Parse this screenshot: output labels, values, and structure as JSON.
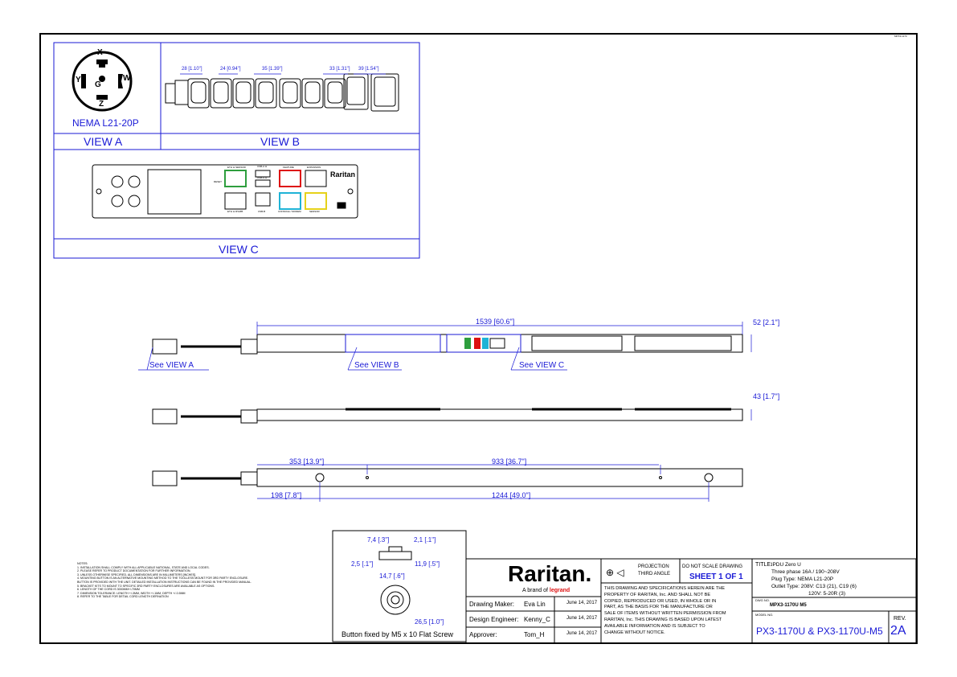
{
  "drawing_id": "MPX3-1170",
  "view_labels": {
    "view_a": "VIEW A",
    "view_b": "VIEW B",
    "view_c": "VIEW C",
    "nema": "NEMA L21-20P"
  },
  "plug_pins": {
    "x": "X",
    "y": "Y",
    "g": "G",
    "w": "W",
    "z": "Z"
  },
  "view_b_dims": [
    "28 [1.10\"]",
    "24 [0.94\"]",
    "35 [1.39\"]",
    "33 [1.31\"]",
    "39 [1.54\"]"
  ],
  "view_c_labels": {
    "eth_sensor": "ETH ⊖ SENSOR",
    "eth_rs485": "ETH ⊖ RS485",
    "reset": "RESET",
    "usb_a": "USB-A ⊖",
    "usb_a2": "USB-A ⊖",
    "usb_b": "USB-B",
    "feature": "FEATURE",
    "console": "CONSOLE / MODEM",
    "expansion": "EXPANSION",
    "sensor": "SENSOR",
    "brand": "Raritan"
  },
  "callouts": {
    "see_a": "See VIEW A",
    "see_b": "See VIEW B",
    "see_c": "See VIEW C"
  },
  "dims": {
    "overall_length": "1539 [60.6\"]",
    "width_front": "52 [2.1\"]",
    "depth_side": "43 [1.7\"]",
    "hole_offset": "353 [13.9\"]",
    "hole_spacing": "933 [36.7\"]",
    "bracket_offset": "198 [7.8\"]",
    "bracket_spacing": "1244 [49.0\"]"
  },
  "button_detail": {
    "d1": "7,4 [.3\"]",
    "d2": "2,1 [.1\"]",
    "d3": "2,5 [.1\"]",
    "d4": "11,9 [.5\"]",
    "d5": "14,7 [.6\"]",
    "d6": "26,5 [1.0\"]",
    "caption": "Button fixed by M5 x 10 Flat Screw"
  },
  "notes": [
    "NOTES:",
    "1. INSTALLATION SHALL COMPLY WITH ALL APPLICABLE NATIONAL, STATE AND LOCAL CODES.",
    "2. PLEASE REFER TO PRODUCT DOCUMENTATION FOR FURTHER INFORMATION.",
    "3. UNLESS OTHERWISE SPECIFIED, ALL DIMENSIONS ARE IN MILLIMETERS [INCHES].",
    "4. MOUNTING BUTTON IS AN ALTERNATIVE MOUNTING METHOD TO THE TOOLLESS MOUNT FOR 3RD PARTY ENCLOSURE.",
    "   BUTTON IS PROVIDED WITH THE UNIT. DETAILED INSTALLATION INSTRUCTIONS CAN BE FOUND IN THE PROVIDED MANUAL.",
    "5. BRACKET KITS TO MOUNT TO SPECIFIC 3RD PARTY ENCLOSURES ARE AVAILABLE AS OPTIONS.",
    "6. LENGTH OF THE CORD IS 3000MM+/-70MM",
    "7. DIMENSION TOLERANCE: LENGTH +/-3MM, WIDTH +/-1MM, DEPTH +/-0.5MM",
    "8. REFER TO THE TABLE FOR DETAIL CORD LENGTH DEFINATION"
  ],
  "title_block": {
    "logo": "Raritan.",
    "tagline_prefix": "A brand of",
    "tagline_brand": "legrand",
    "rows": [
      {
        "role": "Drawing Maker:",
        "name": "Eva Lin",
        "date": "June 14, 2017"
      },
      {
        "role": "Design Engineer:",
        "name": "Kenny_C",
        "date": "June 14, 2017"
      },
      {
        "role": "Approver:",
        "name": "Tom_H",
        "date": "June 14, 2017"
      }
    ],
    "projection": "PROJECTION",
    "third_angle": "THIRD ANGLE",
    "do_not_scale": "DO NOT SCALE DRAWING",
    "sheet": "SHEET 1 OF 1",
    "disclaimer": [
      "THIS DRAWING AND SPECIFICATIONS HEREIN ARE THE",
      "PROPERTY OF RARITAN, Inc. AND SHALL NOT BE",
      "COPIED, REPRODUCED OR USED, IN WHOLE OR IN",
      "PART, AS THE BASIS FOR THE MANUFACTURE OR",
      "SALE OF ITEMS WITHOUT WRITTEN PERMISSION FROM",
      "RARITAN, Inc. THIS DRAWING IS BASED UPON LATEST",
      "AVAILABLE INFORMATION AND IS SUBJECT TO",
      "CHANGE WITHOUT NOTICE."
    ],
    "title_label": "TITLE:",
    "title_lines": [
      "iPDU Zero U",
      "Three phase 16A / 190~208V",
      "Plug Type: NEMA L21-20P",
      "Outlet Type: 208V: C13 (21), C19 (6)",
      "120V: 5-20R (3)"
    ],
    "dwg_label": "DWG NO.",
    "dwg_no": "MPX3-1170U M5",
    "model_label": "MODEL NO.",
    "model": "PX3-1170U & PX3-1170U-M5",
    "rev_label": "REV.",
    "rev": "2A"
  }
}
